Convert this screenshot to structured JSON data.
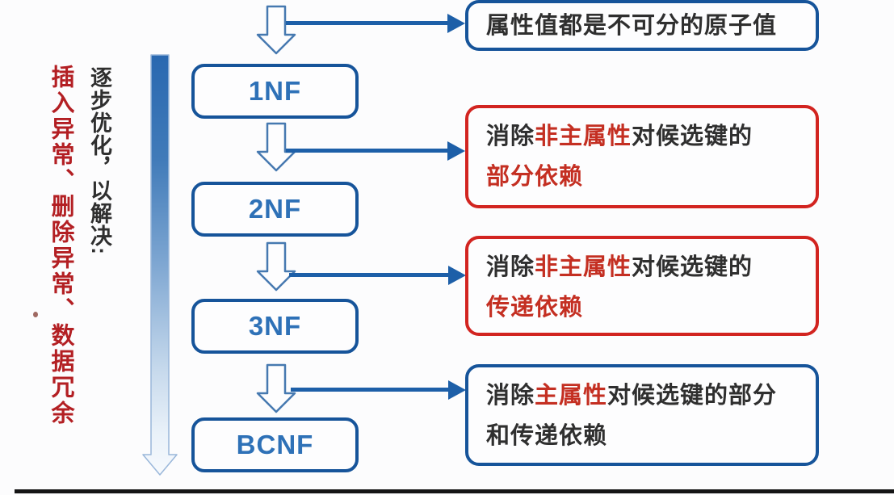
{
  "left_panel": {
    "red_note": "插入异常、删除异常、数据冗余",
    "dark_note": "逐步优化，以解决:",
    "dot": "·"
  },
  "flow": {
    "nodes": [
      {
        "label": "1NF"
      },
      {
        "label": "2NF"
      },
      {
        "label": "3NF"
      },
      {
        "label": "BCNF"
      }
    ]
  },
  "annotations": [
    {
      "border": "blue",
      "segments": [
        [
          {
            "t": "属性值都是不可分的原子值",
            "c": "dark"
          }
        ]
      ]
    },
    {
      "border": "red",
      "segments": [
        [
          {
            "t": "消除",
            "c": "dark"
          },
          {
            "t": "非主属性",
            "c": "red"
          },
          {
            "t": "对候选键的",
            "c": "dark"
          }
        ],
        [
          {
            "t": "部分依赖",
            "c": "red"
          }
        ]
      ]
    },
    {
      "border": "red",
      "segments": [
        [
          {
            "t": "消除",
            "c": "dark"
          },
          {
            "t": "非主属性",
            "c": "red"
          },
          {
            "t": "对候选键的",
            "c": "dark"
          }
        ],
        [
          {
            "t": "传递依赖",
            "c": "red"
          }
        ]
      ]
    },
    {
      "border": "blue",
      "segments": [
        [
          {
            "t": "消除",
            "c": "dark"
          },
          {
            "t": "主属性",
            "c": "red"
          },
          {
            "t": "对候选键的部分",
            "c": "dark"
          }
        ],
        [
          {
            "t": "和传递依赖",
            "c": "dark"
          }
        ]
      ]
    }
  ],
  "colors": {
    "blue_border": "#16549a",
    "blue_line": "#1d5fa8",
    "nf_label": "#2e71b7",
    "red_border": "#d22420",
    "red_text": "#c42f22",
    "left_red": "#b31f23",
    "dark_text": "#2f2f2f",
    "black_line": "#151515",
    "arrow_gradient_top": "#2968b0",
    "arrow_gradient_bottom": "#f7fafd"
  }
}
